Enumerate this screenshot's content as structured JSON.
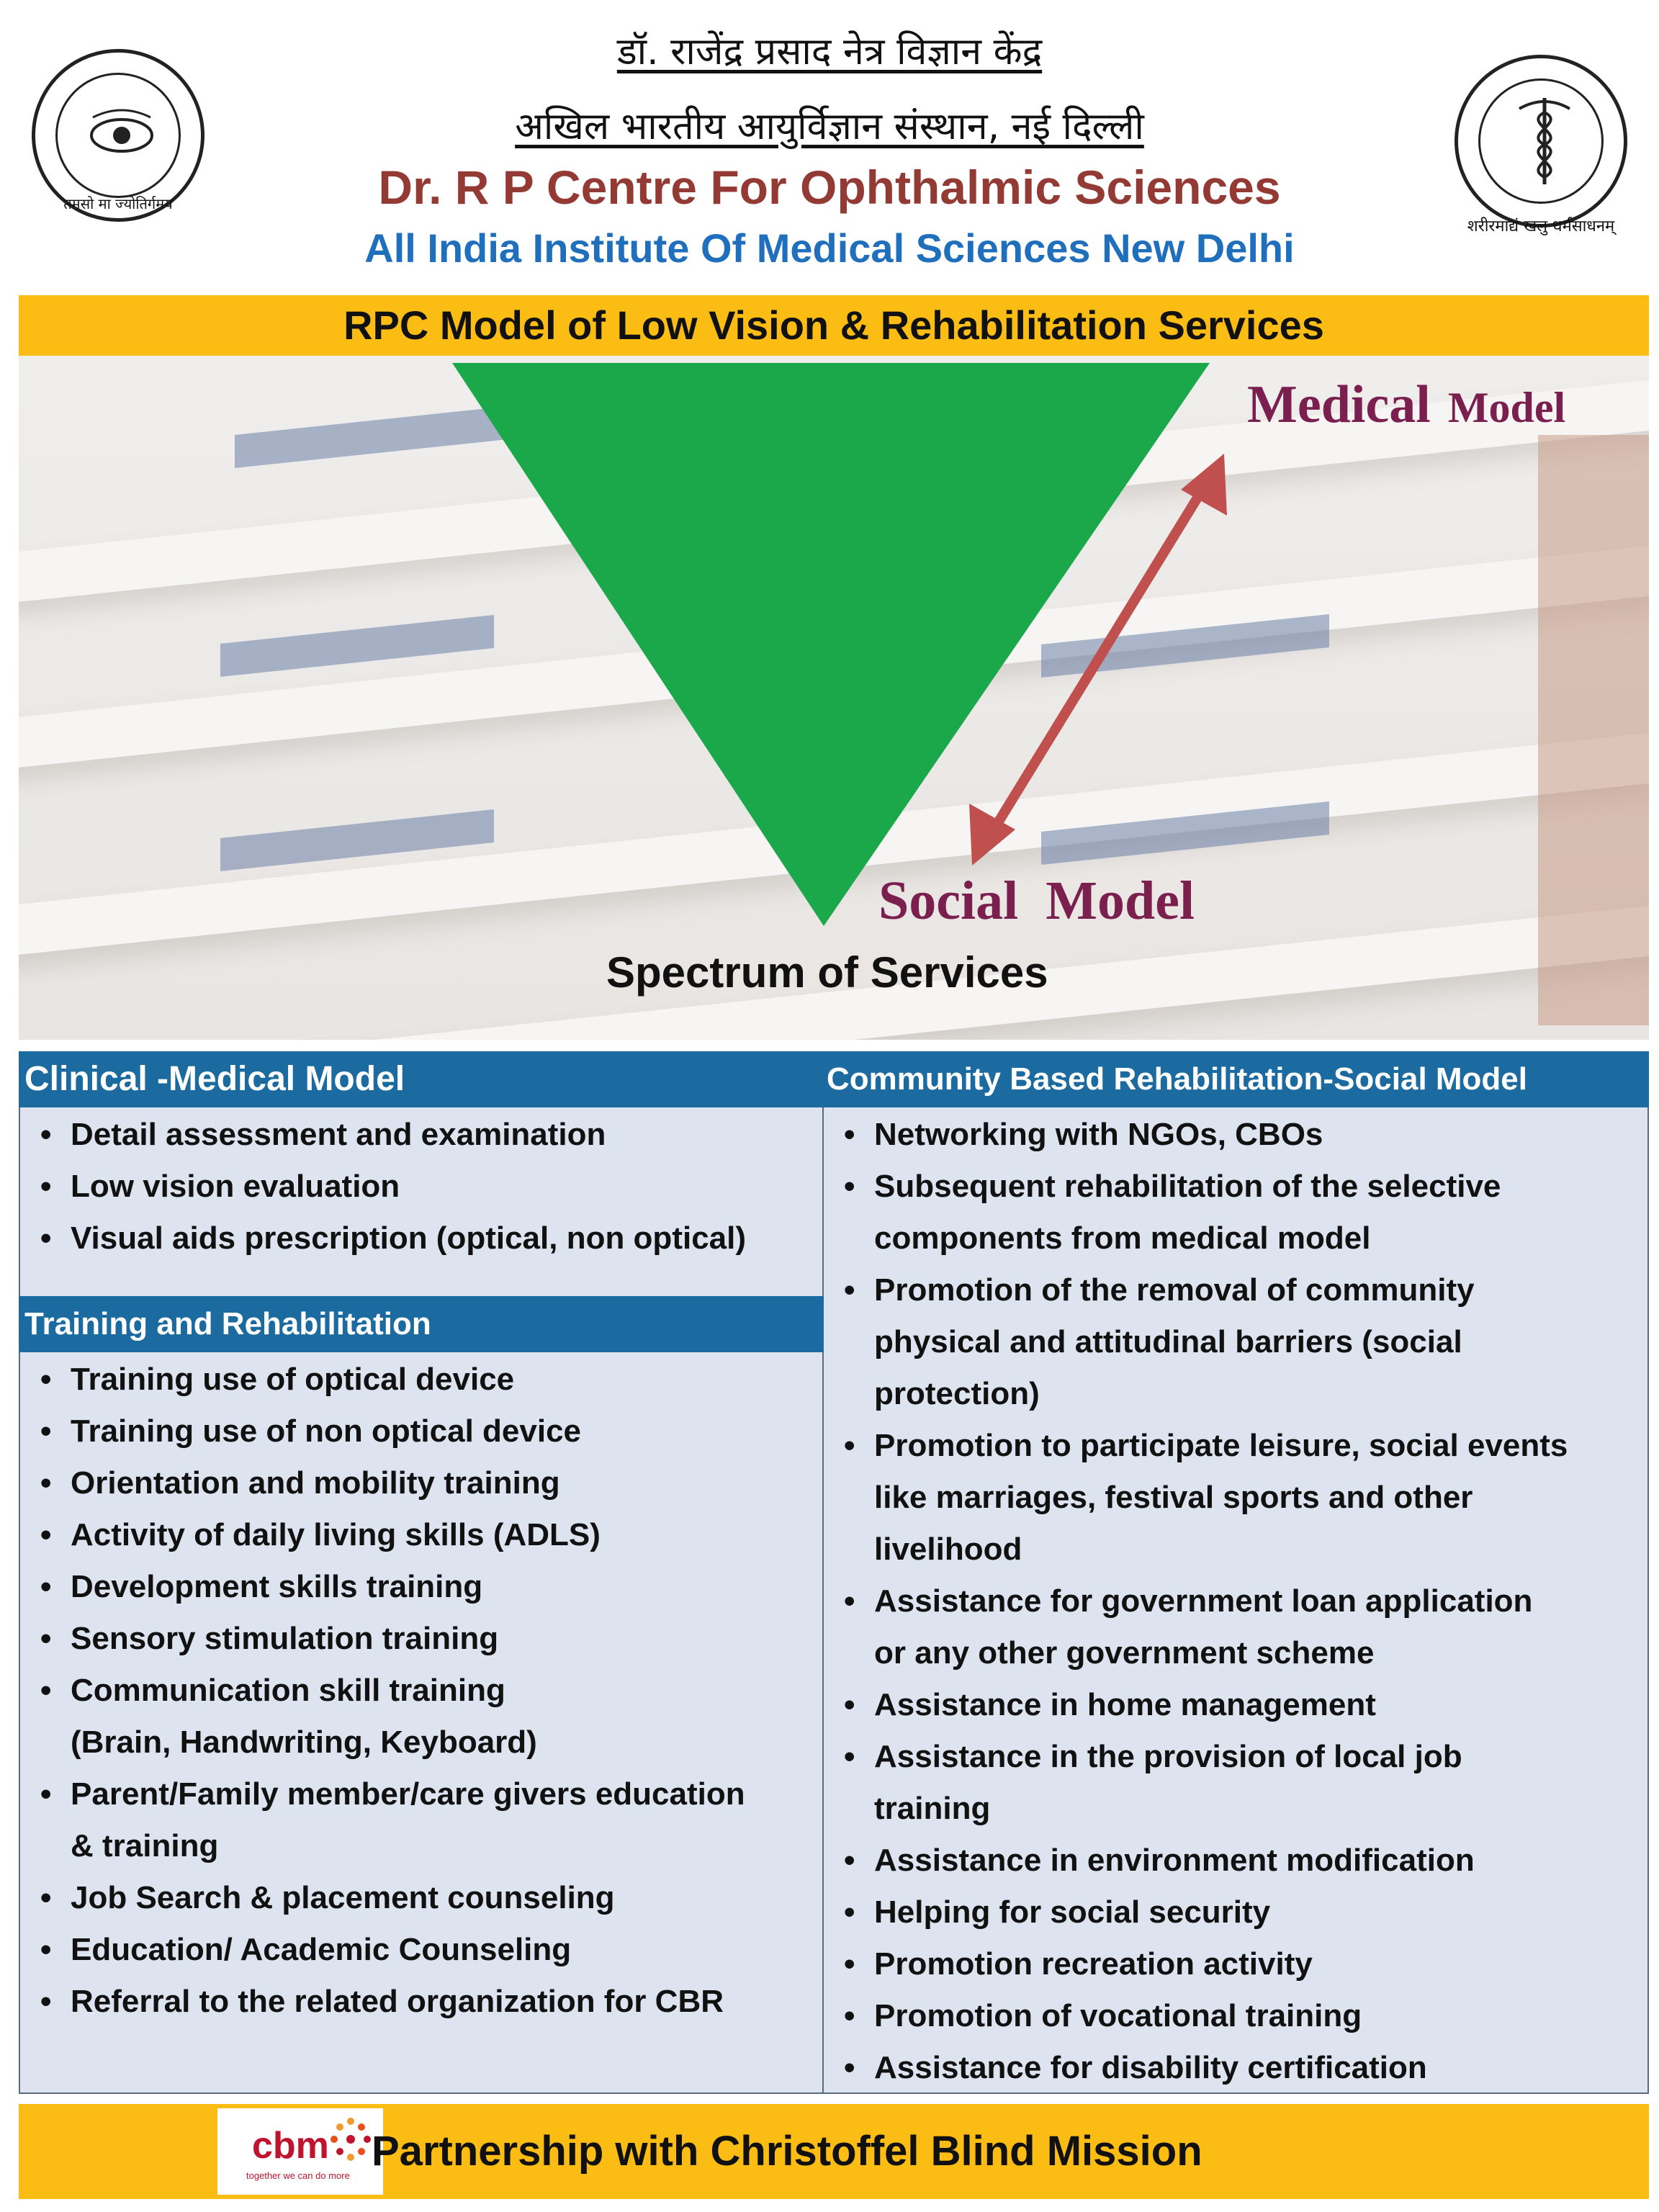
{
  "header": {
    "hindi_line1": "डॉ. राजेंद्र प्रसाद नेत्र विज्ञान केंद्र",
    "hindi_line2": "अखिल भारतीय आयुर्विज्ञान संस्थान, नई दिल्ली",
    "title": "Dr. R P Centre For Ophthalmic Sciences",
    "subtitle": "All India Institute Of Medical Sciences New Delhi",
    "left_seal_motto": "तमसो मा ज्योतिर्गमय",
    "right_seal_motto": "शरीरमाद्यं खलु धर्मसाधनम्"
  },
  "banner": {
    "title": "RPC Model of Low Vision & Rehabilitation Services"
  },
  "diagram": {
    "medical_word": "Medical",
    "model_word": "Model",
    "social_label": "Social  Model",
    "spectrum_label": "Spectrum of Services",
    "triangle_color": "#1aa84b",
    "arrow_color": "#c0504d",
    "label_color": "#7a1f4e"
  },
  "left_column": {
    "section1_title": "Clinical -Medical Model",
    "section1_items": [
      "Detail assessment and examination",
      "Low vision evaluation",
      "Visual aids prescription (optical, non optical)"
    ],
    "section2_title": "Training and Rehabilitation",
    "section2_items": [
      "Training use of optical device",
      "Training use of non optical device",
      "Orientation and mobility training",
      "Activity of daily living skills (ADLS)",
      "Development skills training",
      "Sensory stimulation training",
      "Communication skill training",
      "(Brain, Handwriting, Keyboard)",
      "Parent/Family member/care givers education",
      "& training",
      "Job Search & placement counseling",
      "Education/ Academic Counseling",
      "Referral to the related organization for CBR"
    ]
  },
  "right_column": {
    "title": "Community Based Rehabilitation-Social Model",
    "items": [
      "Networking with NGOs, CBOs",
      "Subsequent rehabilitation of the selective",
      "components from medical model",
      "Promotion of the removal of community",
      "physical and attitudinal barriers (social",
      "protection)",
      "Promotion to participate leisure, social events",
      "like marriages, festival sports and other",
      "livelihood",
      "Assistance  for  government loan application",
      "or any other government scheme",
      "Assistance in home management",
      "Assistance in the provision of local job",
      "training",
      "Assistance in environment modification",
      "Helping  for  social security",
      "Promotion recreation activity",
      "Promotion of vocational training",
      "Assistance for disability certification"
    ]
  },
  "footer": {
    "logo_word": "cbm",
    "logo_tagline": "together we can do more",
    "text": "Partnership with Christoffel Blind Mission"
  },
  "colors": {
    "banner": "#fbbd13",
    "header_title": "#943a34",
    "header_subtitle": "#1f6fbd",
    "column_header": "#1b6aa0",
    "column_body": "#dde4ef"
  }
}
